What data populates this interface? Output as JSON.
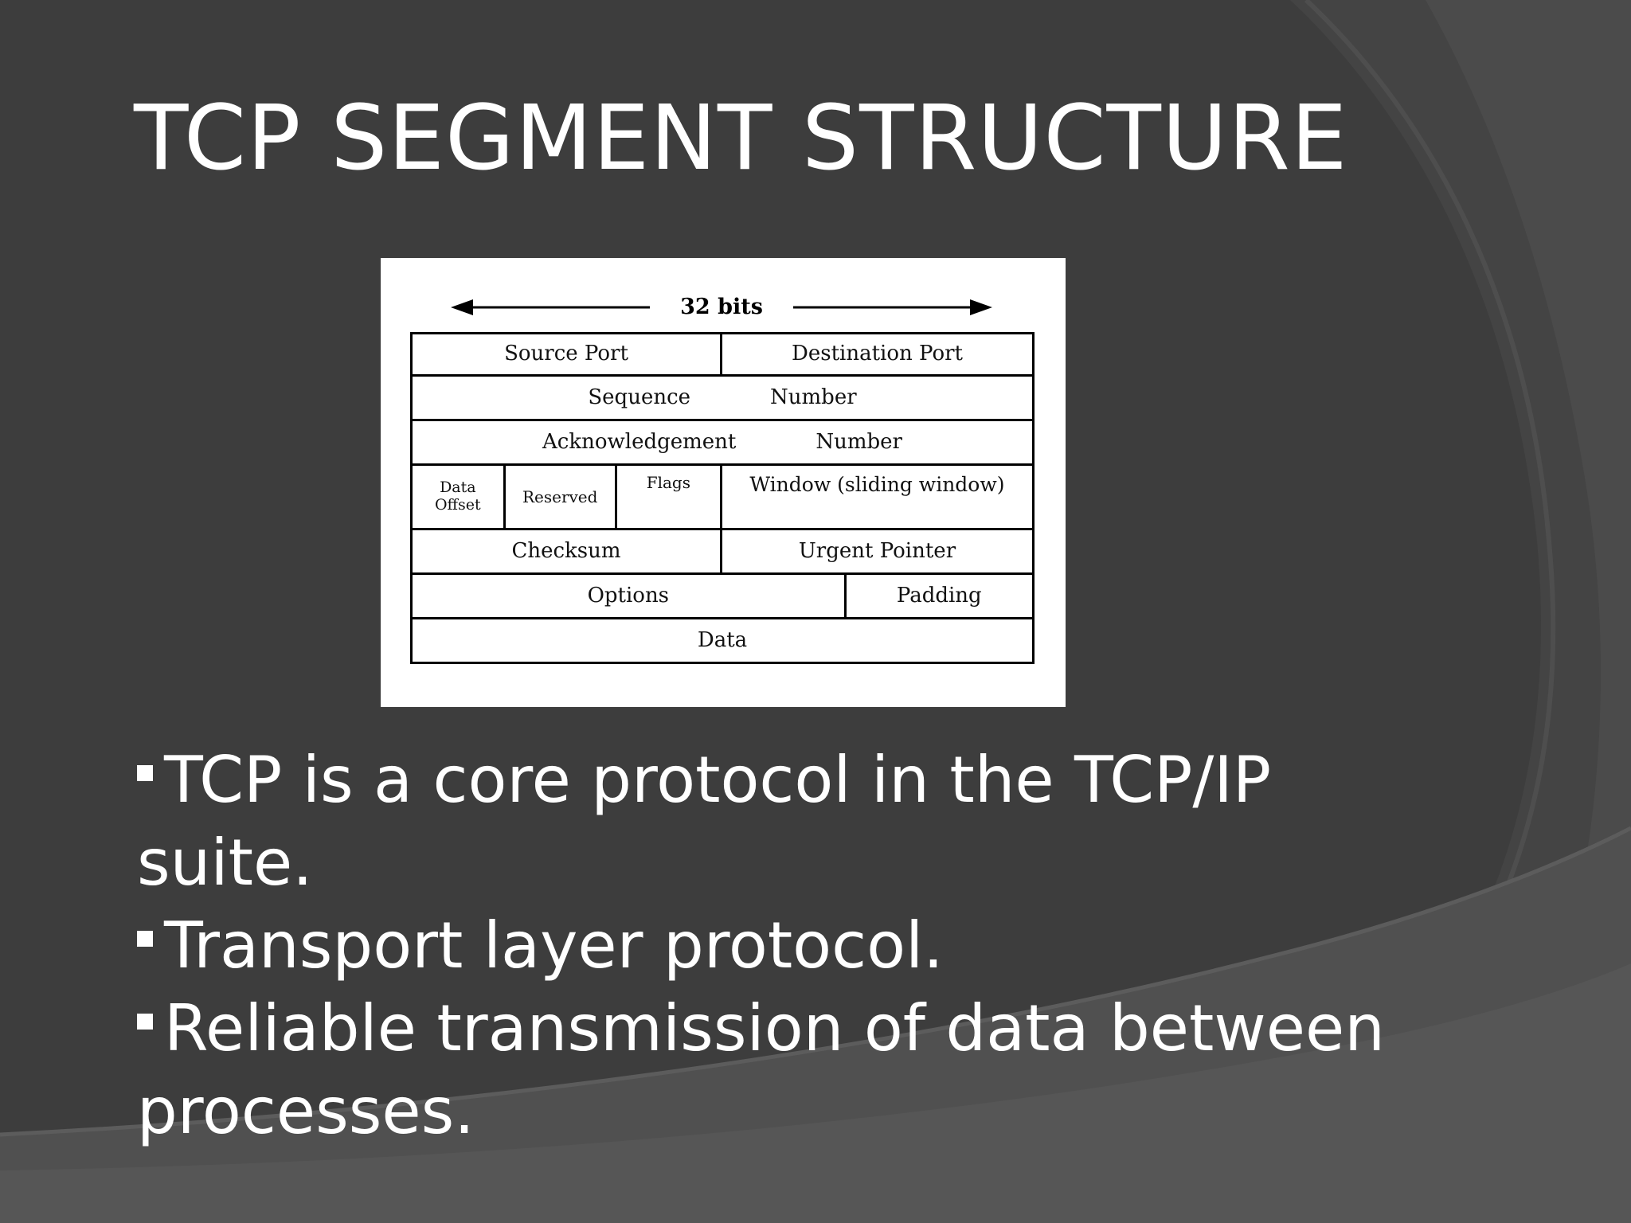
{
  "slide": {
    "title": "TCP SEGMENT STRUCTURE",
    "background_color": "#3d3d3d",
    "accent_colors": [
      "#4a4a4a",
      "#555555",
      "#606060"
    ]
  },
  "figure": {
    "bits_label": "32 bits",
    "rows": [
      {
        "cells": [
          "Source Port",
          "Destination Port"
        ]
      },
      {
        "cells": [
          "Sequence",
          "Number"
        ]
      },
      {
        "cells": [
          "Acknowledgement",
          "Number"
        ]
      },
      {
        "cells": [
          "Data\nOffset",
          "Reserved",
          "Flags",
          "Window (sliding window)"
        ]
      },
      {
        "cells": [
          "Checksum",
          "Urgent Pointer"
        ]
      },
      {
        "cells": [
          "Options",
          "Padding"
        ]
      },
      {
        "cells": [
          "Data"
        ]
      }
    ]
  },
  "bullets": [
    {
      "text": "TCP is a core protocol in the TCP/IP suite."
    },
    {
      "text": "Transport layer protocol."
    },
    {
      "text": "Reliable transmission of data between processes."
    }
  ],
  "bullet_icon": "square-bullet-icon"
}
